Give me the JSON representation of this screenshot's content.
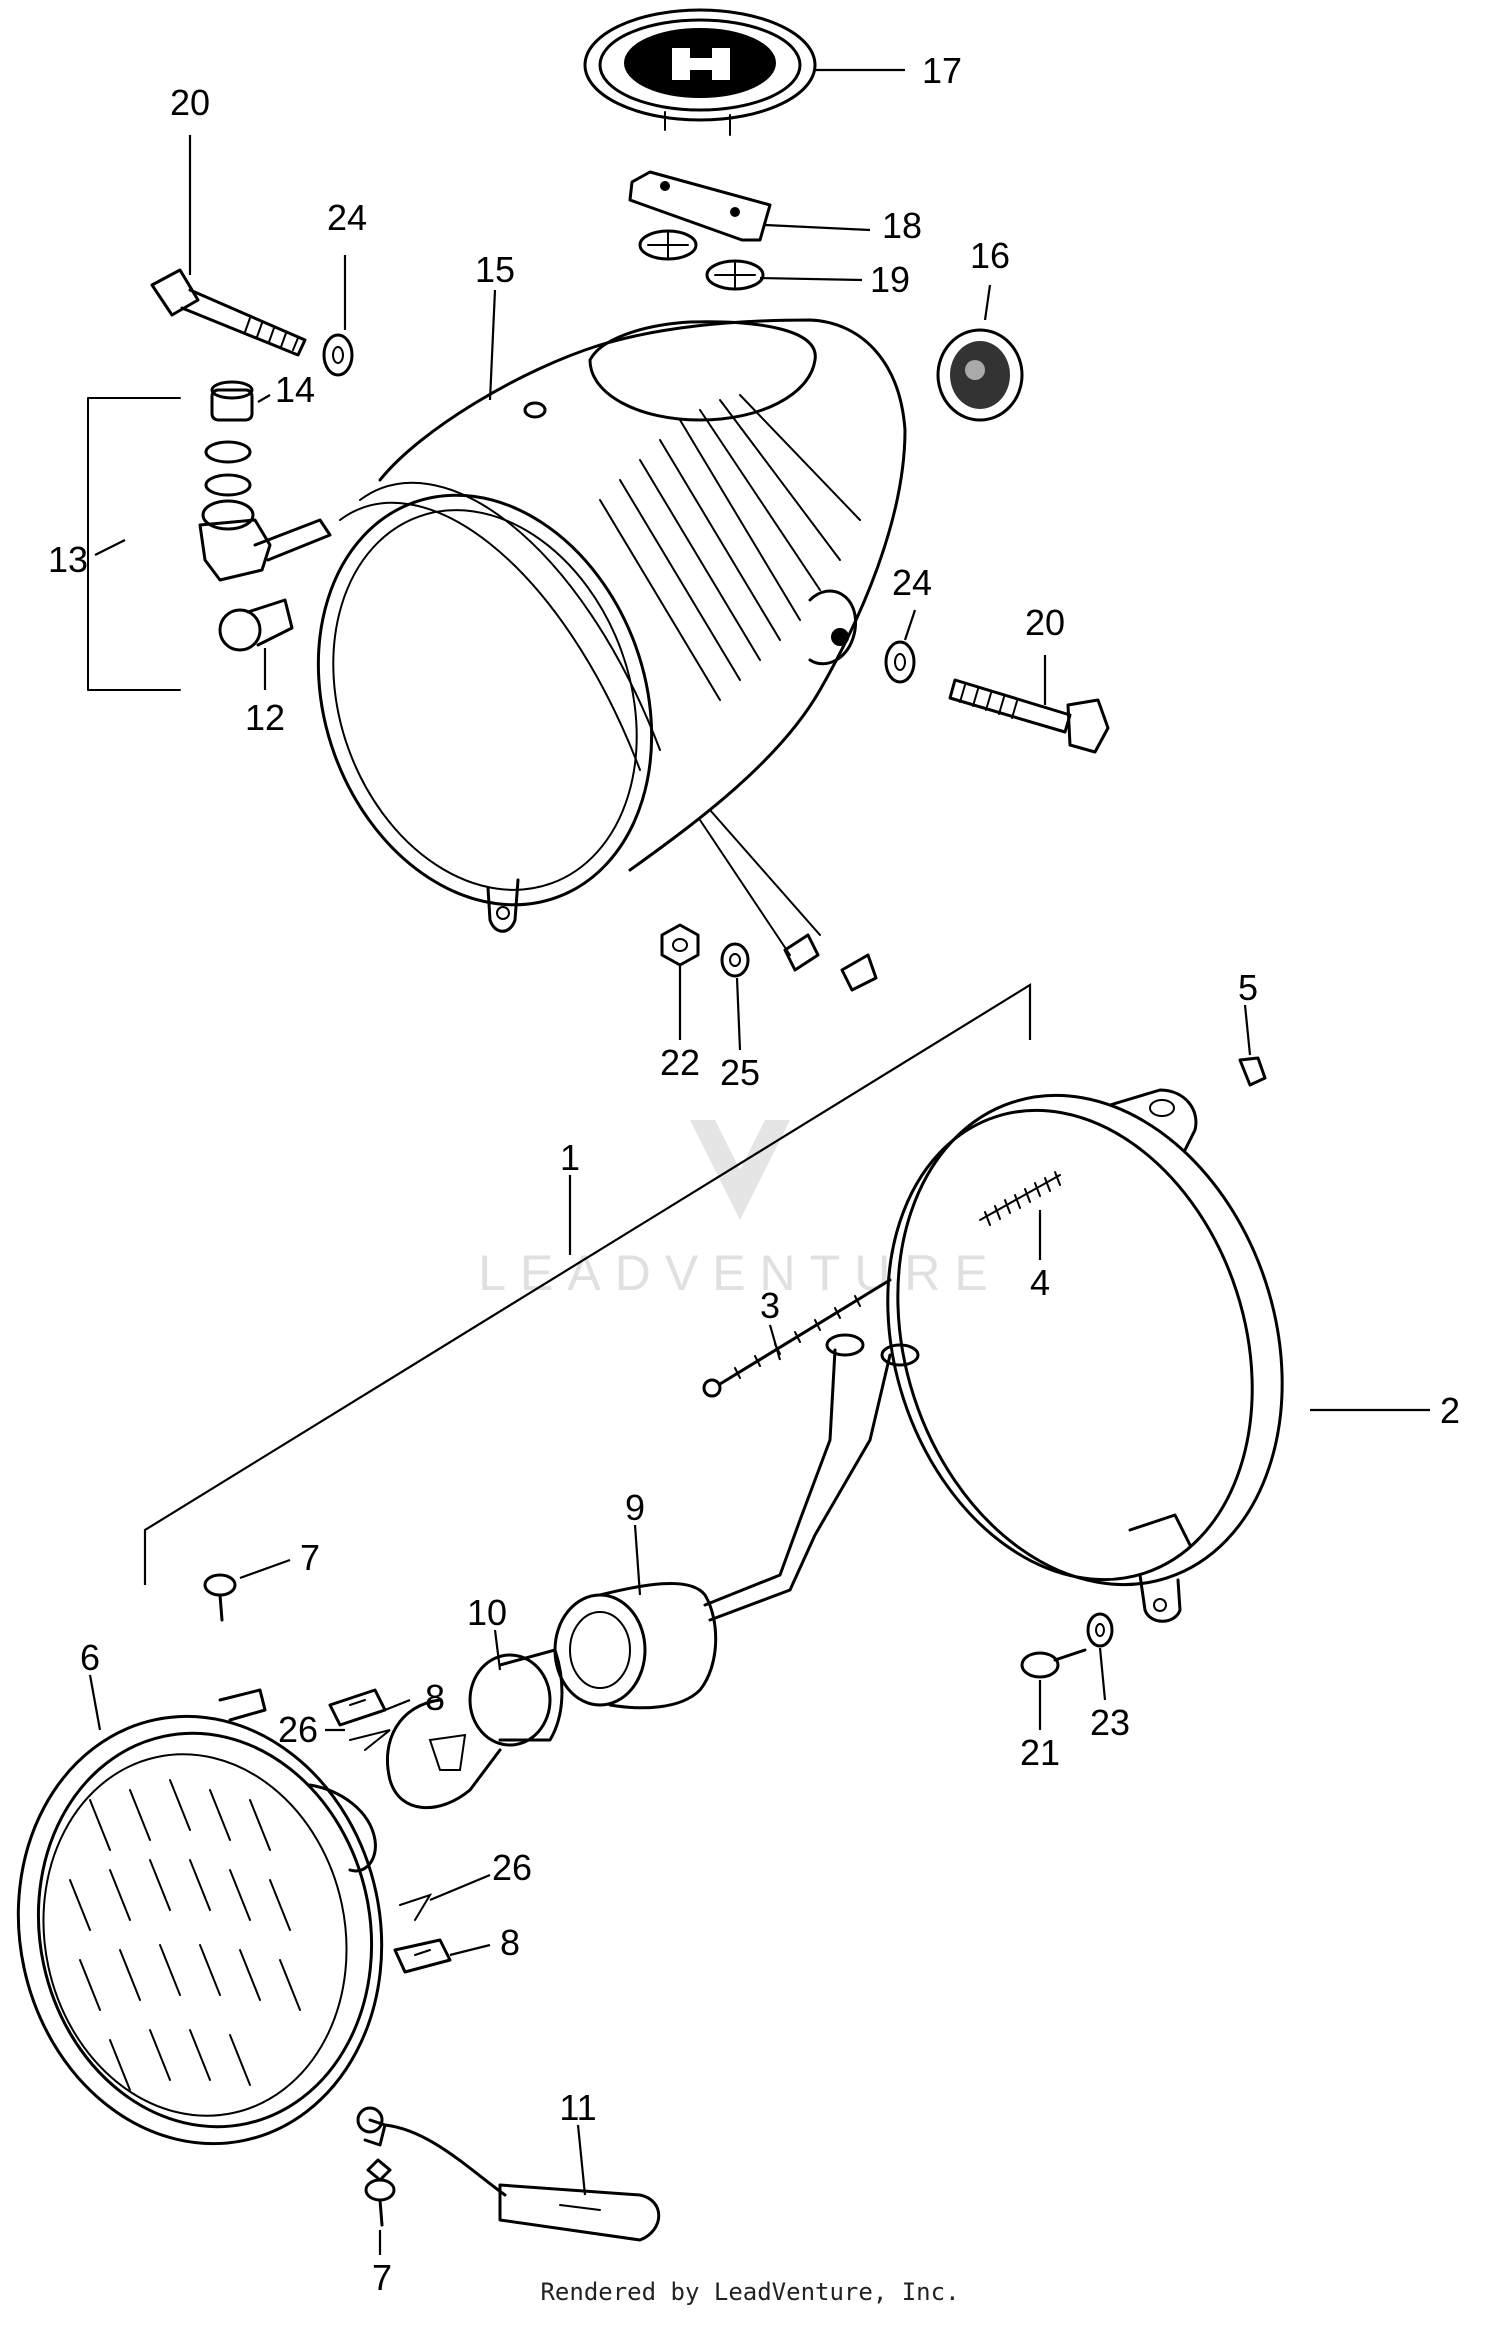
{
  "callouts": [
    {
      "id": "1",
      "label": "1"
    },
    {
      "id": "2",
      "label": "2"
    },
    {
      "id": "3",
      "label": "3"
    },
    {
      "id": "4",
      "label": "4"
    },
    {
      "id": "5",
      "label": "5"
    },
    {
      "id": "6",
      "label": "6"
    },
    {
      "id": "7a",
      "label": "7"
    },
    {
      "id": "7b",
      "label": "7"
    },
    {
      "id": "8a",
      "label": "8"
    },
    {
      "id": "8b",
      "label": "8"
    },
    {
      "id": "9",
      "label": "9"
    },
    {
      "id": "10",
      "label": "10"
    },
    {
      "id": "11",
      "label": "11"
    },
    {
      "id": "12",
      "label": "12"
    },
    {
      "id": "13",
      "label": "13"
    },
    {
      "id": "14",
      "label": "14"
    },
    {
      "id": "15",
      "label": "15"
    },
    {
      "id": "16",
      "label": "16"
    },
    {
      "id": "17",
      "label": "17"
    },
    {
      "id": "18",
      "label": "18"
    },
    {
      "id": "19",
      "label": "19"
    },
    {
      "id": "20a",
      "label": "20"
    },
    {
      "id": "20b",
      "label": "20"
    },
    {
      "id": "21",
      "label": "21"
    },
    {
      "id": "22",
      "label": "22"
    },
    {
      "id": "23",
      "label": "23"
    },
    {
      "id": "24a",
      "label": "24"
    },
    {
      "id": "24b",
      "label": "24"
    },
    {
      "id": "25",
      "label": "25"
    },
    {
      "id": "26a",
      "label": "26"
    },
    {
      "id": "26b",
      "label": "26"
    }
  ],
  "watermark": "LEADVENTURE",
  "footer": "Rendered by LeadVenture, Inc."
}
